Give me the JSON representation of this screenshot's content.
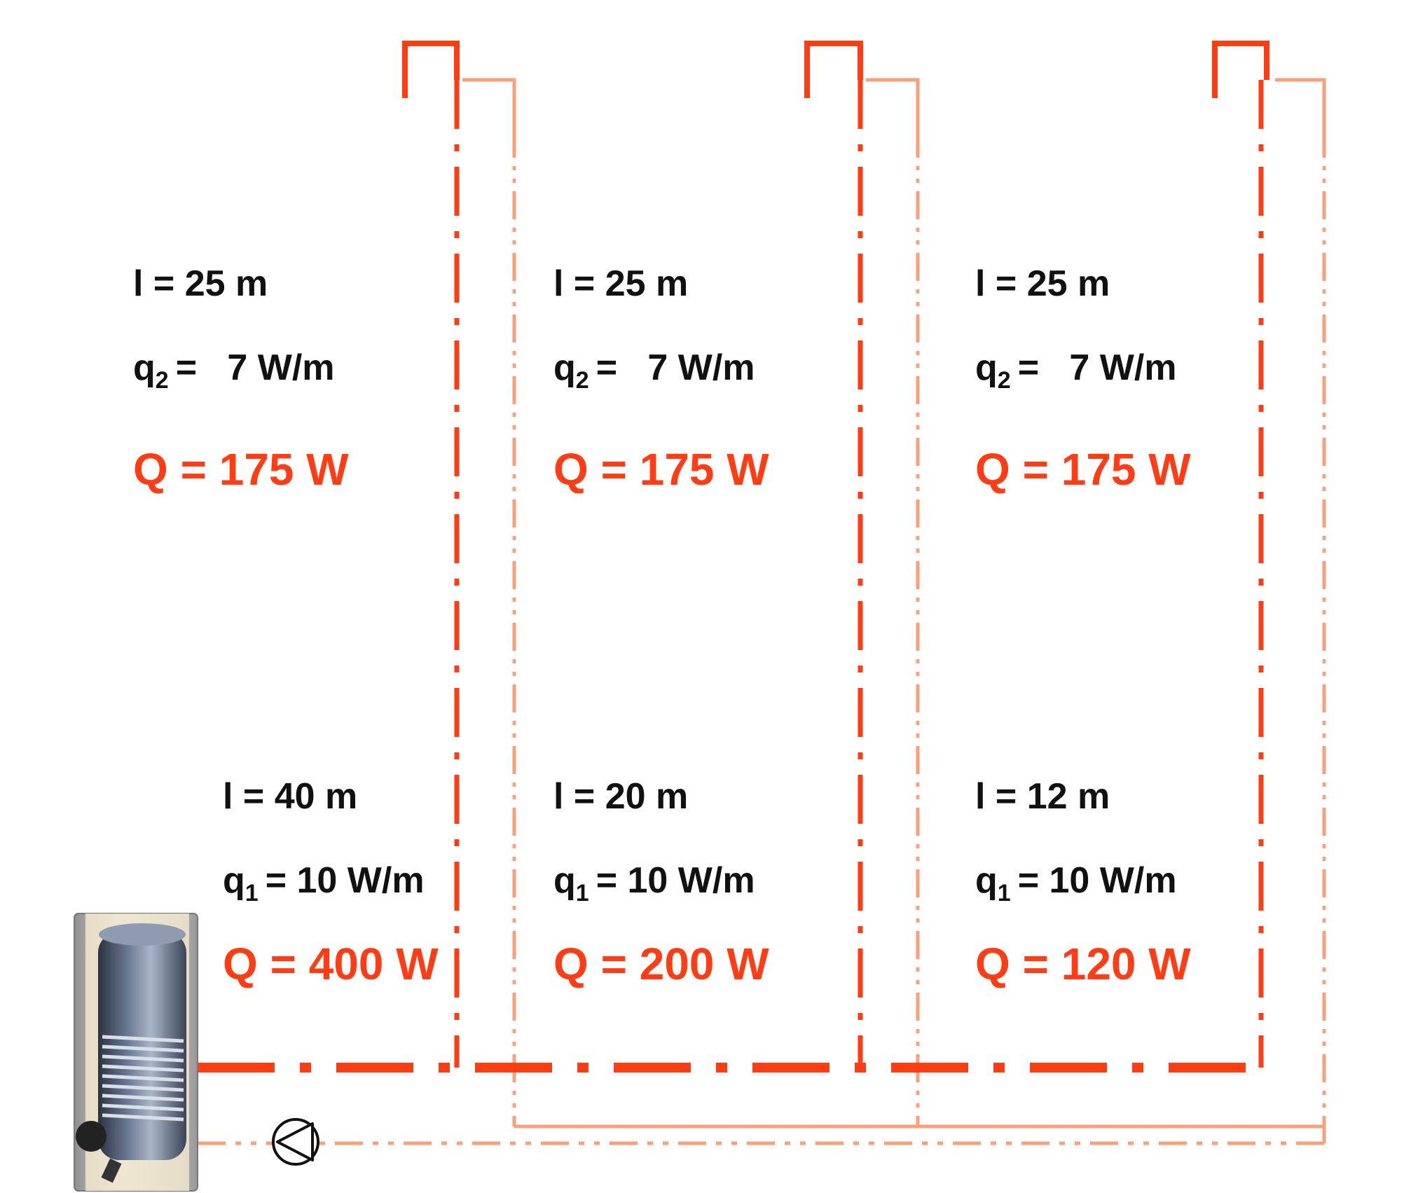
{
  "colors": {
    "flow": "#ff3d14",
    "return": "#f9a07a",
    "text": "#111111",
    "heat_loss": "#ff3d14"
  },
  "icons": {
    "tank": "water-heater-tank-icon",
    "pump": "circulation-pump-icon"
  },
  "risers": [
    {
      "vertical": {
        "l": "l = 25 m",
        "q_var": "q",
        "q_sub": "2",
        "q_val": "=   7 W/m",
        "Q": "Q = 175 W"
      },
      "horizontal": {
        "l": "l = 40 m",
        "q_var": "q",
        "q_sub": "1",
        "q_val": "= 10 W/m",
        "Q": "Q = 400 W"
      }
    },
    {
      "vertical": {
        "l": "l = 25 m",
        "q_var": "q",
        "q_sub": "2",
        "q_val": "=   7 W/m",
        "Q": "Q = 175 W"
      },
      "horizontal": {
        "l": "l = 20 m",
        "q_var": "q",
        "q_sub": "1",
        "q_val": "= 10 W/m",
        "Q": "Q = 200 W"
      }
    },
    {
      "vertical": {
        "l": "l = 25 m",
        "q_var": "q",
        "q_sub": "2",
        "q_val": "=   7 W/m",
        "Q": "Q = 175 W"
      },
      "horizontal": {
        "l": "l = 12 m",
        "q_var": "q",
        "q_sub": "1",
        "q_val": "= 10 W/m",
        "Q": "Q = 120 W"
      }
    }
  ]
}
